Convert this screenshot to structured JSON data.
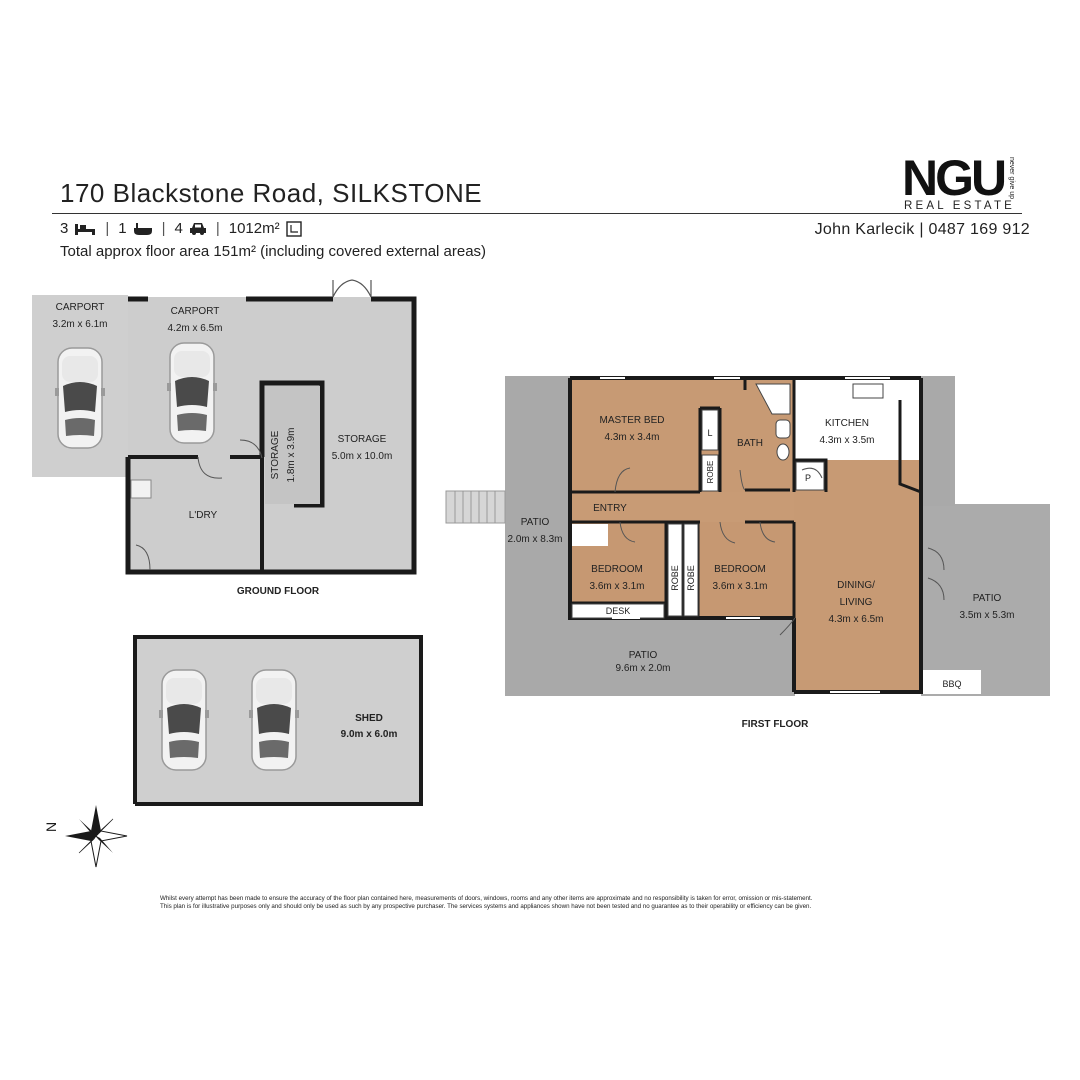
{
  "header": {
    "address": "170 Blackstone Road, SILKSTONE",
    "beds": "3",
    "baths": "1",
    "cars": "4",
    "land": "1012m²",
    "total_area": "Total approx floor area 151m² (including covered external areas)",
    "agent": "John Karlecik | 0487 169 912"
  },
  "logo": {
    "brand": "NGU",
    "sub": "REAL ESTATE",
    "tagline": "never give up"
  },
  "ground_floor": {
    "label": "GROUND FLOOR",
    "rooms": [
      {
        "name": "CARPORT",
        "size": "3.2m x 6.1m"
      },
      {
        "name": "CARPORT",
        "size": "4.2m x 6.5m"
      },
      {
        "name": "STORAGE",
        "size": "1.8m x 3.9m"
      },
      {
        "name": "STORAGE",
        "size": "5.0m x 10.0m"
      },
      {
        "name": "L'DRY"
      }
    ]
  },
  "shed": {
    "name": "SHED",
    "size": "9.0m x 6.0m"
  },
  "first_floor": {
    "label": "FIRST FLOOR",
    "rooms": [
      {
        "name": "MASTER BED",
        "size": "4.3m x 3.4m"
      },
      {
        "name": "BATH"
      },
      {
        "name": "L"
      },
      {
        "name": "ROBE"
      },
      {
        "name": "KITCHEN",
        "size": "4.3m x 3.5m"
      },
      {
        "name": "P"
      },
      {
        "name": "ENTRY"
      },
      {
        "name": "PATIO",
        "size": "2.0m x 8.3m"
      },
      {
        "name": "BEDROOM",
        "size": "3.6m x 3.1m"
      },
      {
        "name": "ROBE"
      },
      {
        "name": "ROBE"
      },
      {
        "name": "BEDROOM",
        "size": "3.6m x 3.1m"
      },
      {
        "name": "DESK"
      },
      {
        "name": "DINING/",
        "name2": "LIVING",
        "size": "4.3m x 6.5m"
      },
      {
        "name": "PATIO",
        "size": "3.5m x 5.3m"
      },
      {
        "name": "PATIO",
        "size": "9.6m x 2.0m"
      },
      {
        "name": "BBQ"
      }
    ]
  },
  "compass": {
    "north": "N"
  },
  "disclaimer": {
    "line1": "Whilst every attempt has been made to ensure the accuracy of the floor plan contained here, measurements of doors, windows, rooms and any other items are approximate and no responsibility is taken for error, omission or mis-statement.",
    "line2": "This plan is for illustrative purposes only and should only be used as such by any prospective purchaser. The services systems and appliances shown have not been tested and no guarantee as to their operability or efficiency can be given."
  },
  "colors": {
    "concrete": "#cfcfcf",
    "deck": "#a9a9a9",
    "timber": "#c79a74",
    "wall": "#1a1a1a"
  }
}
